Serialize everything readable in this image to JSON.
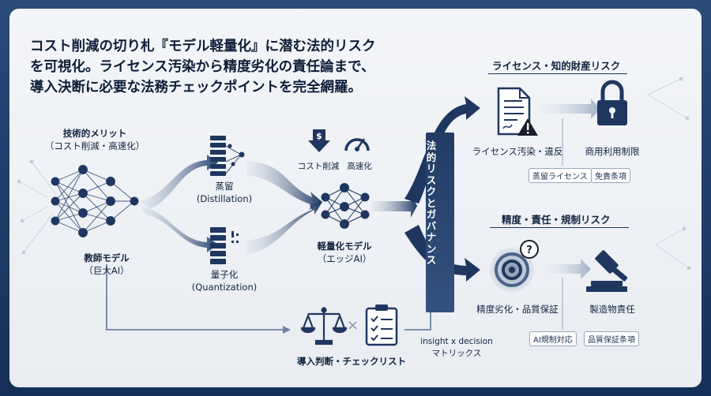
{
  "headline": {
    "line1": "コスト削減の切り札『モデル軽量化』に潜む法的リスク",
    "line2": "を可視化。ライセンス汚染から精度劣化の責任論まで、",
    "line3": "導入決断に必要な法務チェックポイントを完全網羅。"
  },
  "teacher": {
    "merit_title": "技術的メリット",
    "merit_sub": "（コスト削減・高速化）",
    "name": "教師モデル",
    "sub": "（巨大AI）"
  },
  "distill": {
    "name": "蒸留",
    "sub": "(Distillation)"
  },
  "quant": {
    "name": "量子化",
    "sub": "(Quantization)"
  },
  "benefits": {
    "cost": "コスト削減",
    "speed": "高速化",
    "cost_symbol": "$"
  },
  "student": {
    "name": "軽量化モデル",
    "sub": "（エッジAI）"
  },
  "governance_bar": "法的リスクとガバナンス",
  "license_section": {
    "title": "ライセンス・知的財産リスク",
    "left_label": "ライセンス汚染・違反",
    "right_label": "商用利用制限",
    "tag1": "蒸留ライセンス",
    "tag2": "免責条項"
  },
  "accuracy_section": {
    "title": "精度・責任・規制リスク",
    "left_label": "精度劣化・品質保証",
    "right_label": "製造物責任",
    "tag1": "AI規制対応",
    "tag2": "品質保証条項"
  },
  "checklist": {
    "label": "導入判断・チェックリスト",
    "cross": "×",
    "matrix_line1": "insight x decision",
    "matrix_line2": "マトリックス"
  },
  "colors": {
    "navy": "#1f3760",
    "accent": "#2b4b7a",
    "alert": "#1b1f2a"
  }
}
